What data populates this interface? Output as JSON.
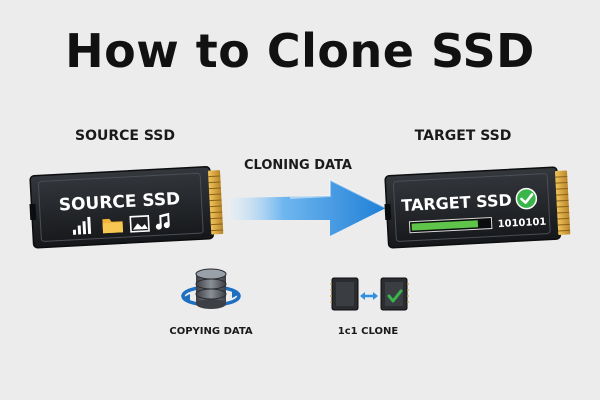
{
  "title": "How to Clone SSD",
  "source": {
    "caption": "SOURCE SSD",
    "label": "SOURCE SSD",
    "icons": [
      "signal-bars-icon",
      "folder-icon",
      "image-icon",
      "music-note-icon"
    ]
  },
  "target": {
    "caption": "TARGET SSD",
    "label": "TARGET SSD",
    "binary": "1010101",
    "progress": 0.85,
    "icons": [
      "checkmark-icon"
    ]
  },
  "arrow": {
    "caption": "CLONING DATA"
  },
  "copying": {
    "caption": "COPYING DATA",
    "icon": "database-sync-icon"
  },
  "clone": {
    "caption": "1c1 CLONE",
    "icon": "chip-clone-icon"
  },
  "colors": {
    "background": "#ececec",
    "arrow": "#2f8fe0",
    "check_green": "#39b54a",
    "progress_green": "#5ec44a",
    "pcb_dark": "#1d1f22",
    "gold_contacts": "#d9a637"
  }
}
